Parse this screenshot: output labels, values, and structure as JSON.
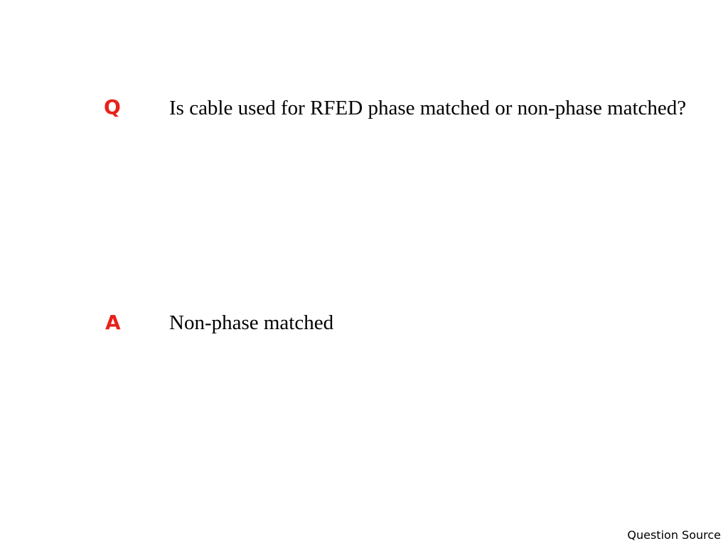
{
  "colors": {
    "label": "#e8211a",
    "text": "#000000",
    "background": "#ffffff"
  },
  "question": {
    "label": "Q",
    "text": "Is cable used for RFED phase matched or non-phase matched?"
  },
  "answer": {
    "label": "A",
    "text": "Non-phase matched"
  },
  "footer": {
    "source_link": "Question Source"
  }
}
